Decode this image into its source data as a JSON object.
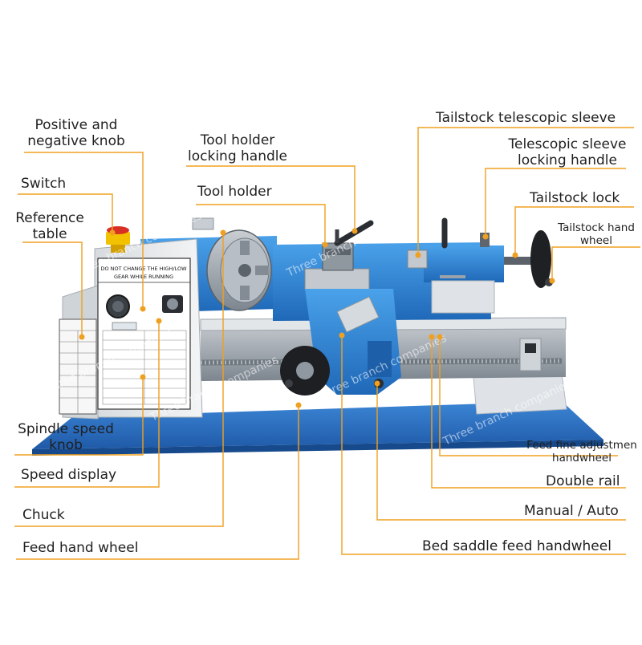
{
  "title": "",
  "colors": {
    "leader": "#f0a020",
    "machine_blue": "#2f86d6",
    "machine_blue_dark": "#1d5fa8",
    "casting_white": "#e9ecef",
    "chuck_steel": "#9aa3ab",
    "bed_grey": "#b8bfc6",
    "base_blue": "#2c6fc4",
    "wheel_black": "#222222",
    "switch_red": "#d93025",
    "label_text": "#1f1f1f"
  },
  "panel": {
    "warning_line_1": "DO NOT CHANGE THE HIGH/LOW",
    "warning_line_2": "GEAR WHILE RUNNING"
  },
  "watermark": "Three branch companies",
  "labels": {
    "positive_negative_knob": [
      "Positive and",
      "negative knob"
    ],
    "switch": "Switch",
    "reference_table": [
      "Reference",
      "table"
    ],
    "tool_holder_locking_handle": [
      "Tool holder",
      "locking handle"
    ],
    "tool_holder": "Tool holder",
    "tailstock_telescopic_sleeve": "Tailstock telescopic sleeve",
    "telescopic_sleeve_locking_handle": [
      "Telescopic sleeve",
      "locking handle"
    ],
    "tailstock_lock": "Tailstock lock",
    "tailstock_hand_wheel": [
      "Tailstock hand",
      "wheel"
    ],
    "spindle_speed_knob": [
      "Spindle speed",
      "knob"
    ],
    "speed_display": "Speed display",
    "chuck": "Chuck",
    "feed_hand_wheel": "Feed hand wheel",
    "feed_fine_adjustment_handwheel": [
      "Feed fine adjustmen",
      "handwheel"
    ],
    "double_rail": "Double rail",
    "manual_auto": "Manual / Auto",
    "bed_saddle_feed_handwheel": "Bed saddle feed handwheel"
  }
}
